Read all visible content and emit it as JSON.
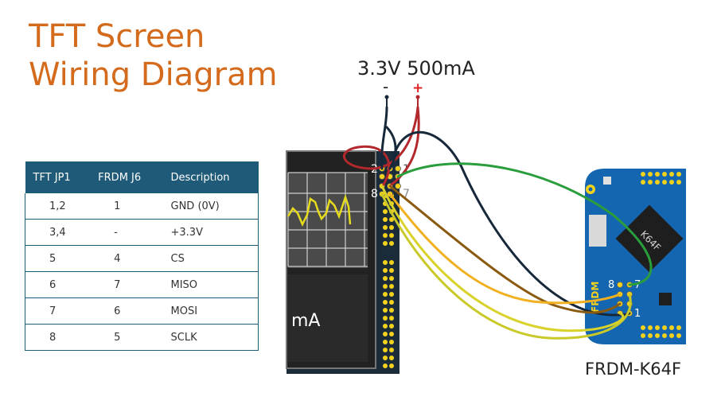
{
  "title": {
    "line1": "TFT Screen",
    "line2": "Wiring Diagram"
  },
  "power": {
    "label": "3.3V 500mA",
    "minus": "-",
    "plus": "+"
  },
  "table": {
    "headers": [
      "TFT JP1",
      "FRDM J6",
      "Description"
    ],
    "rows": [
      [
        "1,2",
        "1",
        "GND (0V)"
      ],
      [
        "3,4",
        "-",
        "+3.3V"
      ],
      [
        "5",
        "4",
        "CS"
      ],
      [
        "6",
        "7",
        "MISO"
      ],
      [
        "7",
        "6",
        "MOSI"
      ],
      [
        "8",
        "5",
        "SCLK"
      ]
    ]
  },
  "tft": {
    "screen_text": "mA",
    "pin_labels": {
      "p2": "2",
      "p1": "1",
      "p8": "8",
      "p7": "7"
    }
  },
  "frdm": {
    "name": "FRDM-K64F",
    "silk": "FRDM",
    "chip": "K64F",
    "pin_labels": {
      "p8": "8",
      "p7": "7",
      "p1": "1"
    }
  },
  "colors": {
    "title": "#d46a1b",
    "table_header": "#1f5b78",
    "wire_red": "#b3282d",
    "wire_black": "#16283a",
    "wire_green": "#2a9d3c",
    "wire_brown": "#8a5a10",
    "wire_orange": "#f0b020",
    "wire_yellow": "#c9c92a",
    "board_blue": "#1566b0",
    "tft_board": "#1a2b3a"
  }
}
